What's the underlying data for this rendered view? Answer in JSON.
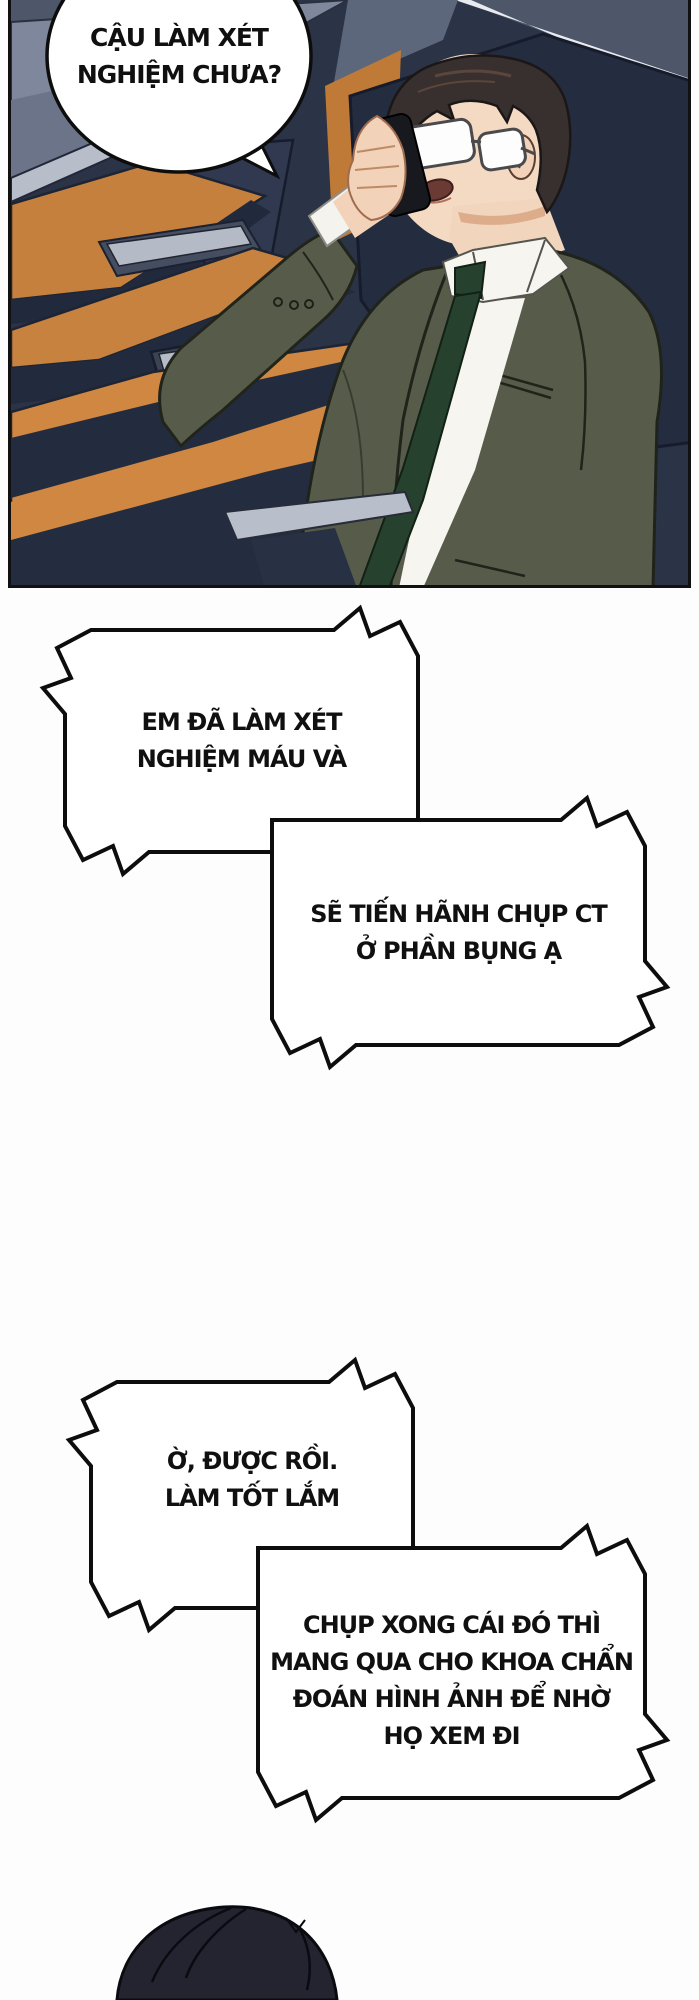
{
  "balloon": {
    "text": "CẬU LÀM XÉT\nNGHIỆM CHƯA?"
  },
  "bubbles": [
    {
      "text": "EM ĐÃ LÀM XÉT\nNGHIỆM MÁU VÀ"
    },
    {
      "text": "SẼ TIẾN HÃNH CHỤP CT\nỞ PHẦN BỤNG Ạ"
    },
    {
      "text": "Ờ, ĐƯỢC RỒI.\nLÀM TỐT LẮM"
    },
    {
      "text": "CHỤP XONG CÁI ĐÓ THÌ\nMANG QUA CHO KHOA CHẨN\nĐOÁN HÌNH ẢNH ĐỂ NHỜ\nHỌ XEM ĐI"
    }
  ],
  "colors": {
    "page_background": "#fdfdfd",
    "panel_background": "#2b3347",
    "desk_orange": "#c8823f",
    "desk_orange_bright": "#cf8742",
    "chair_navy": "#242c3f",
    "chair_gray": "#b5bbc7",
    "suit_olive": "#575c4a",
    "tie_green": "#26422f",
    "shirt_white": "#f6f5f0",
    "skin": "#f4d9c3",
    "hair_dark": "#37302e",
    "phone_black": "#17191f",
    "bubble_fill": "#ffffff",
    "bubble_outline": "#0d0d0d",
    "highlight_stripe": "#e8eaef"
  }
}
